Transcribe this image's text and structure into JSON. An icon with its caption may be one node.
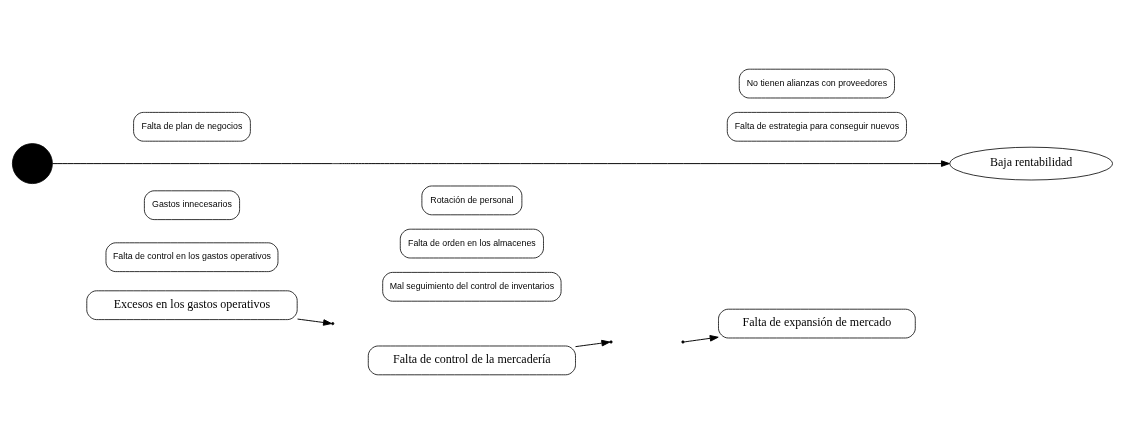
{
  "diagram": {
    "nodes": [
      {
        "text": [
          "Excesos en los gastos operativos"
        ]
      },
      {
        "text": [
          "Falta de control de la mercadería"
        ]
      },
      {
        "text": [
          "Falta de control en los gastos operativos"
        ]
      },
      {
        "text": [
          "Mal seguimiento del control de inventarios"
        ]
      },
      {
        "text": [
          "Falta de orden en los almacenes"
        ]
      },
      {
        "text": [
          "Gastos innecesarios"
        ]
      },
      {
        "text": [
          "Rotación de personal"
        ]
      },
      {
        "text": [],
        "shape": "crescent"
      },
      {
        "text": [
          "Baja rentabilidad"
        ]
      },
      {
        "text": [
          "Falta de estrategia para conseguir nuevos"
        ]
      },
      {
        "text": [
          "Falta de plan de negocios"
        ]
      },
      {
        "text": [
          "No tienen alianzas con proveedores"
        ]
      },
      {
        "text": [
          "Falta de expansión de mercado"
        ]
      }
    ],
    "edges": [
      {
        "from": 7,
        "to": 8,
        "arrow": "to"
      },
      {
        "from": 0,
        "to": null,
        "arrow": "to"
      },
      {
        "from": 1,
        "to": null,
        "arrow": "to"
      },
      {
        "from": null,
        "to": 12,
        "arrow": "to"
      }
    ]
  }
}
